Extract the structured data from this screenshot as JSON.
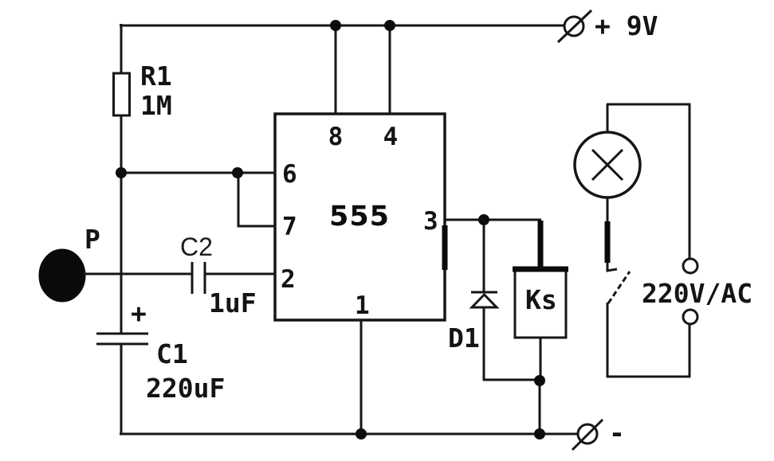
{
  "power": {
    "positive": {
      "label": "+ 9V"
    },
    "negative": {
      "label": "-"
    }
  },
  "ic555": {
    "label": "555",
    "pin8": "8",
    "pin4": "4",
    "pin6": "6",
    "pin7": "7",
    "pin2": "2",
    "pin3": "3",
    "pin1": "1"
  },
  "components": {
    "r1": {
      "designator": "R1",
      "value": "1M"
    },
    "c1": {
      "designator": "C1",
      "value": "220uF",
      "polarity": "+"
    },
    "c2": {
      "designator": "C2",
      "value": "1uF"
    },
    "d1": {
      "designator": "D1"
    },
    "relay": {
      "designator": "Ks"
    },
    "microphone": {
      "designator": "P"
    },
    "mains": {
      "label": "220V/AC"
    }
  },
  "colors": {
    "line": "#161616",
    "background": "#ffffff"
  }
}
